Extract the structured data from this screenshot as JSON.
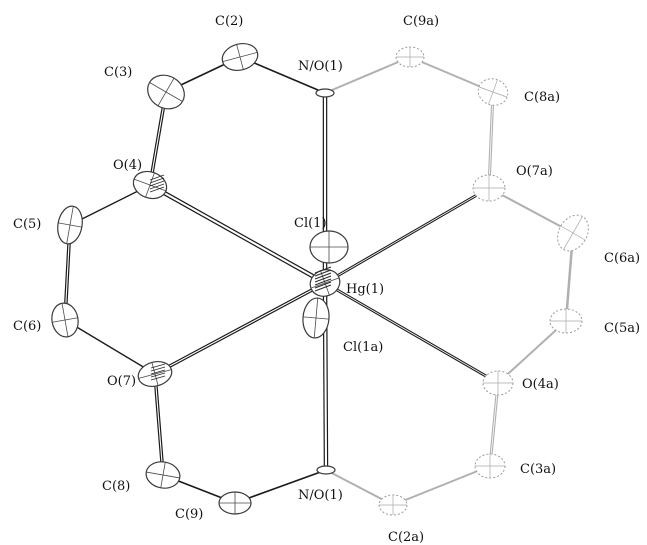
{
  "labels": {
    "C2": "C(2)",
    "C9a": "C(9a)",
    "NO1_top": "N/O(1)",
    "C3": "C(3)",
    "C8a": "C(8a)",
    "O4": "O(4)",
    "O7a": "O(7a)",
    "C5": "C(5)",
    "Cl1": "Cl(1)",
    "C6a": "C(6a)",
    "Hg1": "Hg(1)",
    "C6": "C(6)",
    "C5a": "C(5a)",
    "Cl1a": "Cl(1a)",
    "O7": "O(7)",
    "O4a": "O(4a)",
    "C3a": "C(3a)",
    "C8": "C(8)",
    "NO1_bottom": "N/O(1)",
    "C9": "C(9)",
    "C2a": "C(2a)"
  },
  "colors": {
    "ink": "#1a1a1a",
    "faint": "#b0b0b0",
    "background": "#ffffff"
  }
}
